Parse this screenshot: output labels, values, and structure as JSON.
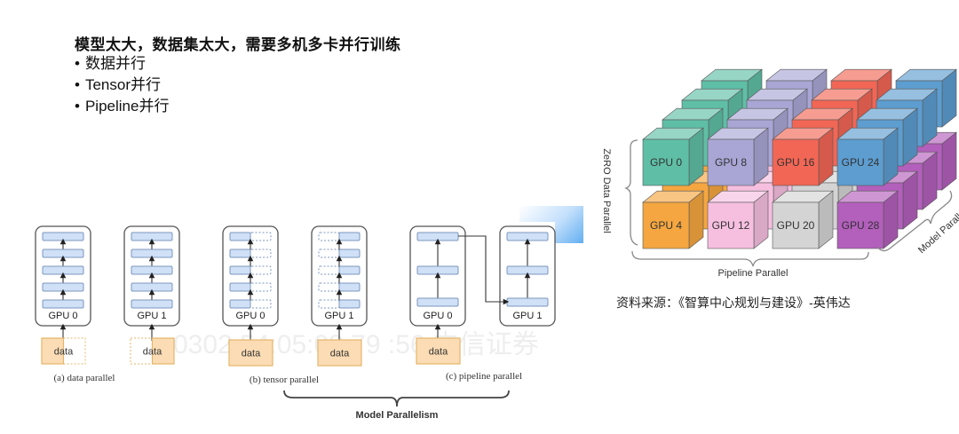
{
  "slide": {
    "heading": "模型太大，数据集太大，需要多机多卡并行训练",
    "bullets": [
      {
        "bullet": "•",
        "text": "数据并行"
      },
      {
        "bullet": "•",
        "text": "Tensor并行"
      },
      {
        "bullet": "•",
        "text": "Pipeline并行"
      }
    ],
    "source": "资料来源：《智算中心规划与建设》-英伟达"
  },
  "parallelism_diagram": {
    "gpu_labels": [
      "GPU 0",
      "GPU 1"
    ],
    "data_label": "data",
    "captions": {
      "data_parallel": "(a) data parallel",
      "tensor_parallel": "(b) tensor parallel",
      "pipeline_parallel": "(c) pipeline parallel"
    },
    "brace_label": "Model Parallelism",
    "watermark": "0302  54:05:08:79  :56   中信证券"
  },
  "gpu_cube": {
    "front_top_row": [
      {
        "label": "GPU 0",
        "color": "#5fbfa6"
      },
      {
        "label": "GPU 8",
        "color": "#a9a6d6"
      },
      {
        "label": "GPU 16",
        "color": "#f26655"
      },
      {
        "label": "GPU 24",
        "color": "#5d9dd0"
      }
    ],
    "front_bottom_row": [
      {
        "label": "GPU 4",
        "color": "#f5a640"
      },
      {
        "label": "GPU 12",
        "color": "#f6bfe0"
      },
      {
        "label": "GPU 20",
        "color": "#d4d4d4"
      },
      {
        "label": "GPU 28",
        "color": "#b35fbc"
      }
    ],
    "axis_labels": {
      "left": "ZeRO Data Parallel",
      "bottom": "Pipeline Parallel",
      "right": "Model Parallel"
    }
  }
}
